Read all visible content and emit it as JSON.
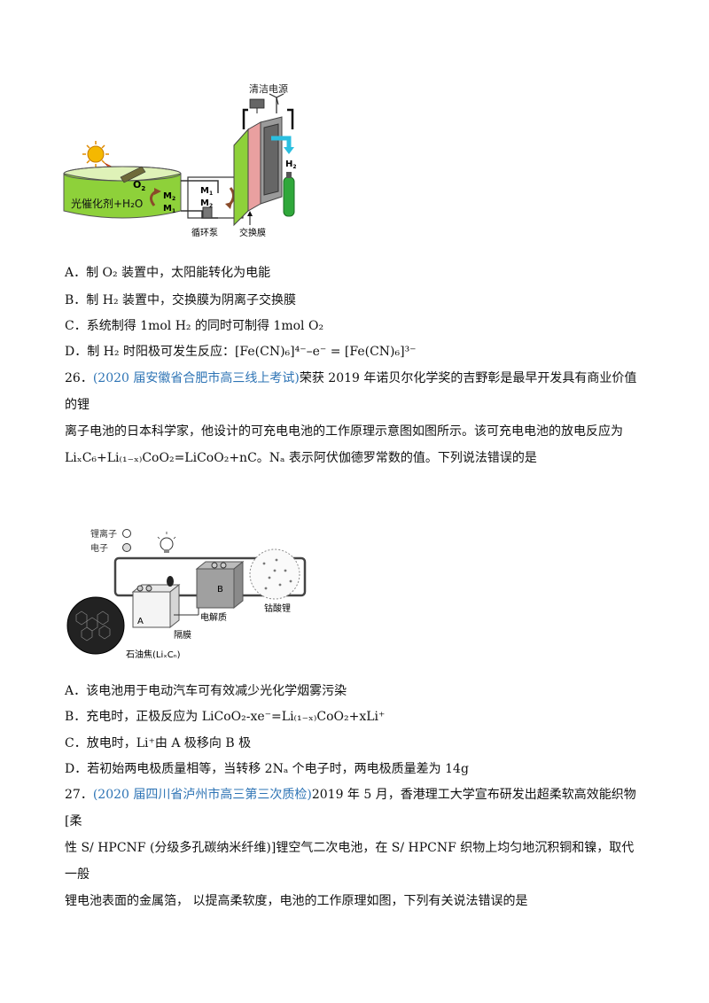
{
  "figure1": {
    "clean_power_label": "清洁电源",
    "o2_label": "O",
    "o2_sub": "2",
    "h2_label": "H",
    "h2_sub": "2",
    "solution_label": "光催化剂+H₂O",
    "m2": "M",
    "m2_sub": "2",
    "m1": "M",
    "m1_sub": "1",
    "pump_label": "循环泵",
    "membrane_label": "交换膜",
    "cell_m1": "M",
    "cell_m1_sub": "1",
    "cell_m2": "M",
    "cell_m2_sub": "2"
  },
  "q25": {
    "optA": "A．制  O₂  装置中，太阳能转化为电能",
    "optB": "B．制  H₂  装置中，交换膜为阴离子交换膜",
    "optC": "C．系统制得 1mol H₂ 的同时可制得  1mol O₂",
    "optD": "D．制 H₂ 时阳极可发生反应：[Fe(CN)₆]⁴⁻–e⁻ = [Fe(CN)₆]³⁻"
  },
  "q26": {
    "number": "26．",
    "source": "(2020 届安徽省合肥市高三线上考试)",
    "line1_rest": "荣获 2019 年诺贝尔化学奖的吉野彰是最早开发具有商业价值的锂",
    "line2": "离子电池的日本科学家，他设计的可充电电池的工作原理示意图如图所示。该可充电电池的放电反应为",
    "line3": "LiₓC₆+Li₍₁₋ₓ₎CoO₂=LiCoO₂+nC。Nₐ 表示阿伏伽德罗常数的值。下列说法错误的是",
    "optA": "A．该电池用于电动汽车可有效减少光化学烟雾污染",
    "optB": "B．充电时，正极反应为 LiCoO₂-xe⁻=Li₍₁₋ₓ₎CoO₂+xLi⁺",
    "optC": "C．放电时，Li⁺由 A 极移向 B 极",
    "optD": "D．若初始两电极质量相等，当转移 2Nₐ 个电子时，两电极质量差为 14g"
  },
  "figure2": {
    "legend_ion": "锂离子",
    "legend_electron": "电子",
    "label_a": "A",
    "label_b": "B",
    "electrolyte": "电解质",
    "separator": "隔膜",
    "cobalt": "钴酸锂",
    "coke": "石油焦(LiₓCₙ)"
  },
  "q27": {
    "number": "27．",
    "source": "(2020 届四川省泸州市高三第三次质检)",
    "line1_rest": "2019  年  5  月，香港理工大学宣布研发出超柔软高效能织物[柔",
    "line2": "性 S/ HPCNF (分级多孔碳纳米纤维)]锂空气二次电池，在  S/ HPCNF  织物上均匀地沉积铜和镍，取代一般",
    "line3": "锂电池表面的金属箔，  以提高柔软度，电池的工作原理如图，下列有关说法错误的是"
  }
}
